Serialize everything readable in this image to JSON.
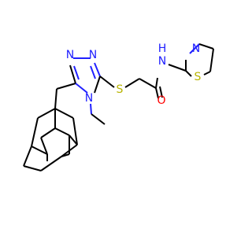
{
  "colors": {
    "carbon": "#000000",
    "nitrogen": "#2020ff",
    "sulfur": "#b8b400",
    "oxygen": "#ff0000",
    "background": "#ffffff"
  },
  "atoms": {
    "n_triazole_1": "N",
    "n_triazole_2": "N",
    "n_triazole_4": "N",
    "s_thioether": "S",
    "o_carbonyl": "O",
    "n_amide": "N",
    "h_amide": "H",
    "n_thiazole": "N",
    "s_thiazole": "S"
  }
}
